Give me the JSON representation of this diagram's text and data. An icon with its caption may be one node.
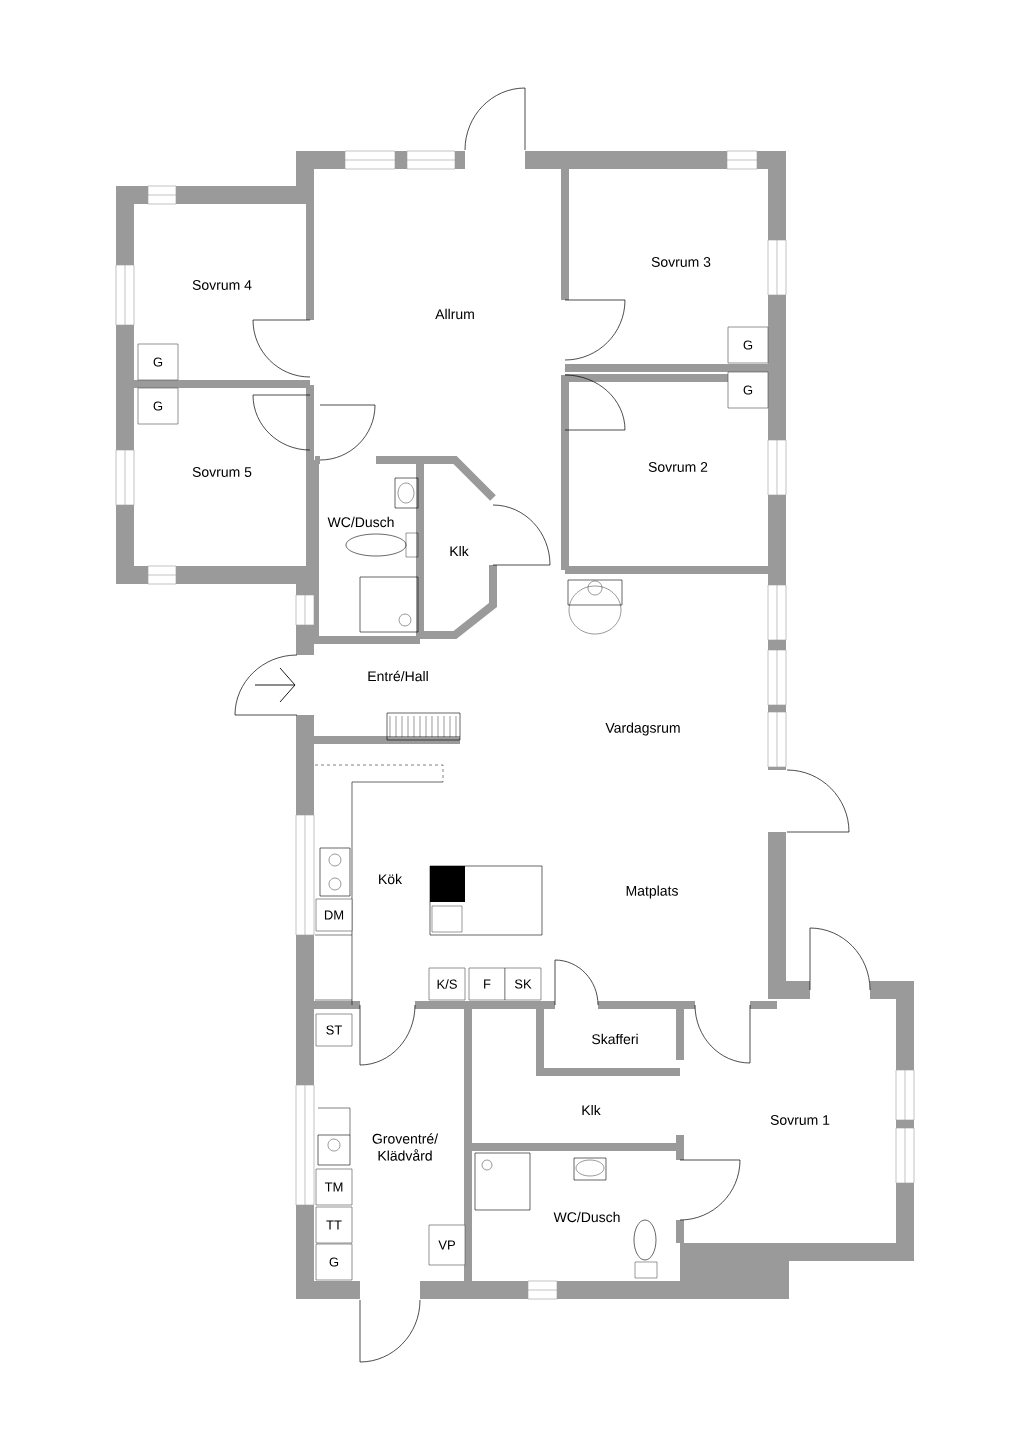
{
  "diagram": {
    "nodes": [
      {
        "text": [
          "G"
        ]
      },
      {
        "text": [
          "G"
        ]
      },
      {
        "text": [
          "G"
        ]
      },
      {
        "text": [
          "G"
        ]
      },
      {
        "text": [
          "DM"
        ]
      },
      {
        "text": [
          "K/S"
        ]
      },
      {
        "text": [
          "F"
        ]
      },
      {
        "text": [
          "SK"
        ]
      },
      {
        "text": [
          "ST"
        ]
      },
      {
        "text": [
          "TM"
        ]
      },
      {
        "text": [
          "TT"
        ]
      },
      {
        "text": [
          "G"
        ]
      },
      {
        "text": [
          "VP"
        ]
      }
    ],
    "labels": [
      "Sovrum 3",
      "Sovrum 4",
      "Allrum",
      "Sovrum 5",
      "Sovrum 2",
      "WC/Dusch",
      "Klk",
      "Entré/Hall",
      "Vardagsrum",
      "Kök",
      "Matplats",
      "Skafferi",
      "Klk",
      "Sovrum 1",
      "Groventré/ Klädvård",
      "WC/Dusch"
    ]
  }
}
